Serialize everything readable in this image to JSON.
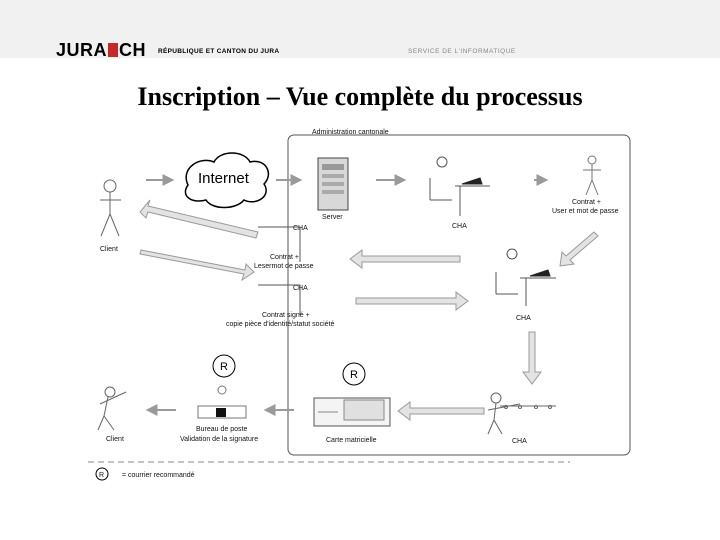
{
  "header": {
    "logo_left": "JURA",
    "logo_right": "CH",
    "canton": "RÉPUBLIQUE ET CANTON DU JURA",
    "service": "SERVICE DE L'INFORMATIQUE"
  },
  "title": "Inscription – Vue complète du processus",
  "diagram": {
    "admin_label": "Administration cantonale",
    "internet": "Internet",
    "server": "Server",
    "client1": "Client",
    "cha1": "CHA",
    "contrat_user": "Contrat +",
    "contrat_user2": "User et mot de passe",
    "contrat_pw1": "Contrat +",
    "contrat_pw2": "Lesermot de passe",
    "contrat_signe1": "Contrat signé +",
    "contrat_signe2": "copie pièce d'identité/statut société",
    "cha2": "CHA",
    "r_left": "R",
    "r_mid": "R",
    "bureau1": "Bureau de poste",
    "bureau2": "Validation de la signature",
    "client2": "Client",
    "carte": "Carte matricielle",
    "cha3": "CHA",
    "legend_r": "R",
    "legend_text": "= courrier recommandé",
    "tag1": "CHA",
    "tag2": "CHA",
    "tag3": "CHA"
  },
  "colors": {
    "arrow_fill": "#e3e3e3",
    "arrow_stroke": "#9a9a9a",
    "box_stroke": "#555555"
  }
}
